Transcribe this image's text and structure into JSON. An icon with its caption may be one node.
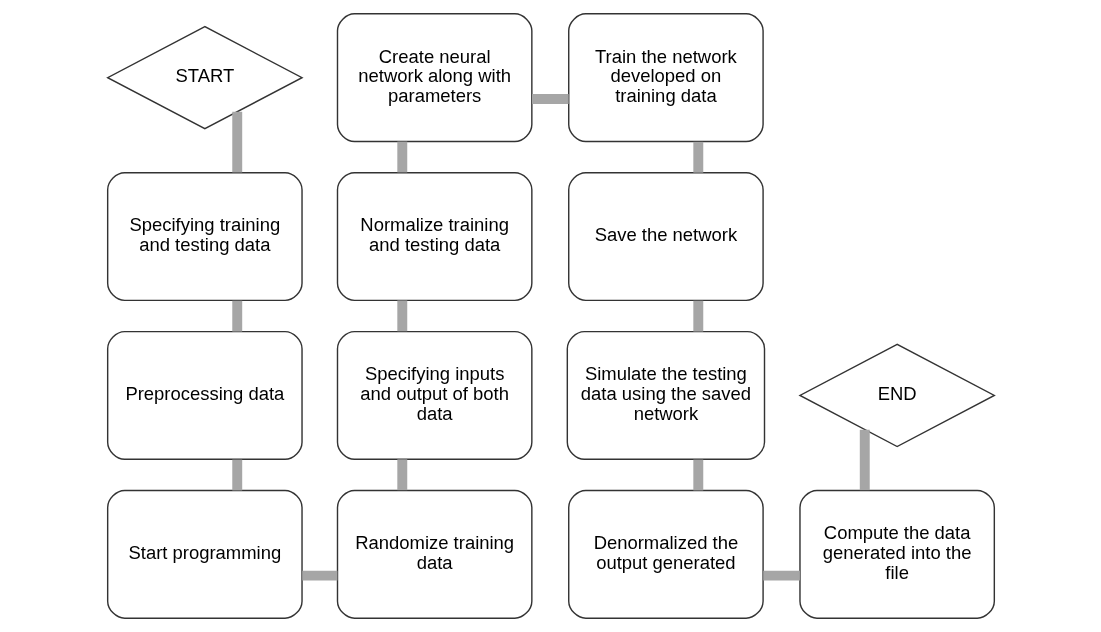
{
  "diagram": {
    "nodes": [
      {
        "text": [
          "START"
        ]
      },
      {
        "text": [
          "Specifying training and testing data"
        ]
      },
      {
        "text": [
          "Preprocessing data"
        ]
      },
      {
        "text": [
          "Start programming"
        ]
      },
      {
        "text": [
          "Randomize training data"
        ]
      },
      {
        "text": [
          "Specifying inputs and output of both data"
        ]
      },
      {
        "text": [
          "Normalize training and testing data"
        ]
      },
      {
        "text": [
          "Create neural network along with parameters"
        ]
      },
      {
        "text": [
          "Train the network developed on training data"
        ]
      },
      {
        "text": [
          "Save the network"
        ]
      },
      {
        "text": [
          "Simulate the testing data using the saved network"
        ]
      },
      {
        "text": [
          "Denormalized the output generated"
        ]
      },
      {
        "text": [
          "Compute the data generated into the file"
        ]
      },
      {
        "text": [
          "END"
        ]
      }
    ],
    "edges": [
      {
        "from": 0,
        "to": 1,
        "arrow": "none"
      },
      {
        "from": 1,
        "to": 2,
        "arrow": "none"
      },
      {
        "from": 2,
        "to": 3,
        "arrow": "none"
      },
      {
        "from": 3,
        "to": 4,
        "arrow": "none"
      },
      {
        "from": 4,
        "to": 5,
        "arrow": "none"
      },
      {
        "from": 5,
        "to": 6,
        "arrow": "none"
      },
      {
        "from": 6,
        "to": 7,
        "arrow": "none"
      },
      {
        "from": 7,
        "to": 8,
        "arrow": "none"
      },
      {
        "from": 8,
        "to": 9,
        "arrow": "none"
      },
      {
        "from": 9,
        "to": 10,
        "arrow": "none"
      },
      {
        "from": 10,
        "to": 11,
        "arrow": "none"
      },
      {
        "from": 11,
        "to": 12,
        "arrow": "none"
      },
      {
        "from": 12,
        "to": 13,
        "arrow": "none"
      }
    ]
  }
}
